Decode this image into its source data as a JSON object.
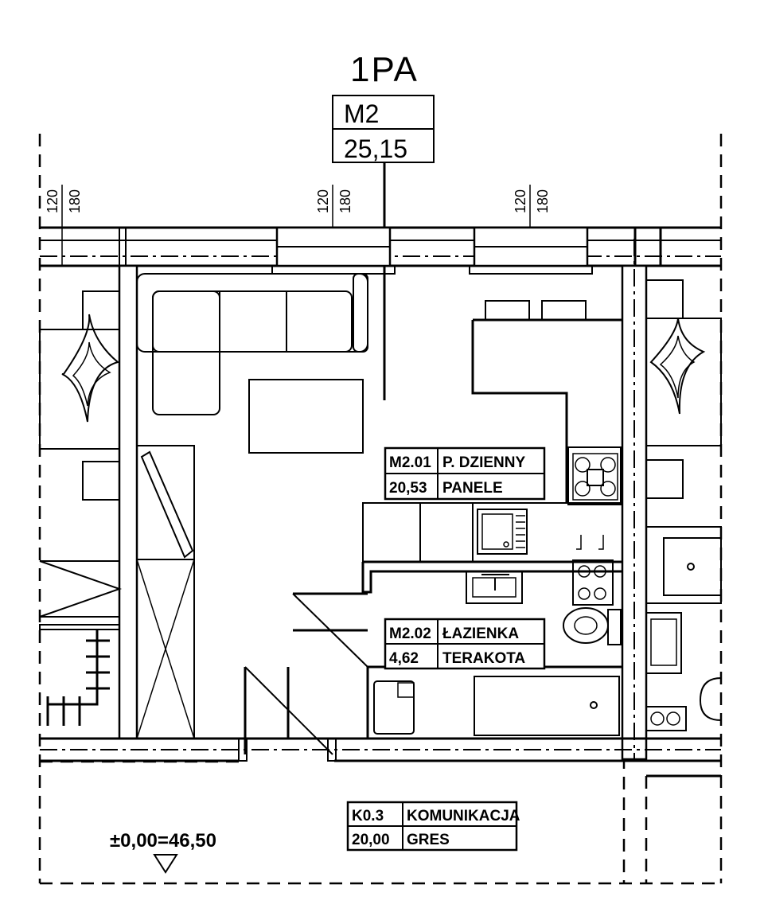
{
  "header": {
    "floor": "1PA",
    "unit_code": "M2",
    "unit_area": "25,15"
  },
  "dimensions": {
    "left_a": "120",
    "left_b": "180",
    "mid_a": "120",
    "mid_b": "180",
    "right_a": "120",
    "right_b": "180"
  },
  "rooms": {
    "living": {
      "code": "M2.01",
      "name": "P. DZIENNY",
      "area": "20,53",
      "finish": "PANELE"
    },
    "bath": {
      "code": "M2.02",
      "name": "ŁAZIENKA",
      "area": "4,62",
      "finish": "TERAKOTA"
    },
    "corridor": {
      "code": "K0.3",
      "name": "KOMUNIKACJA",
      "area": "20,00",
      "finish": "GRES"
    }
  },
  "elevation": {
    "label": "±0,00=46,50"
  }
}
